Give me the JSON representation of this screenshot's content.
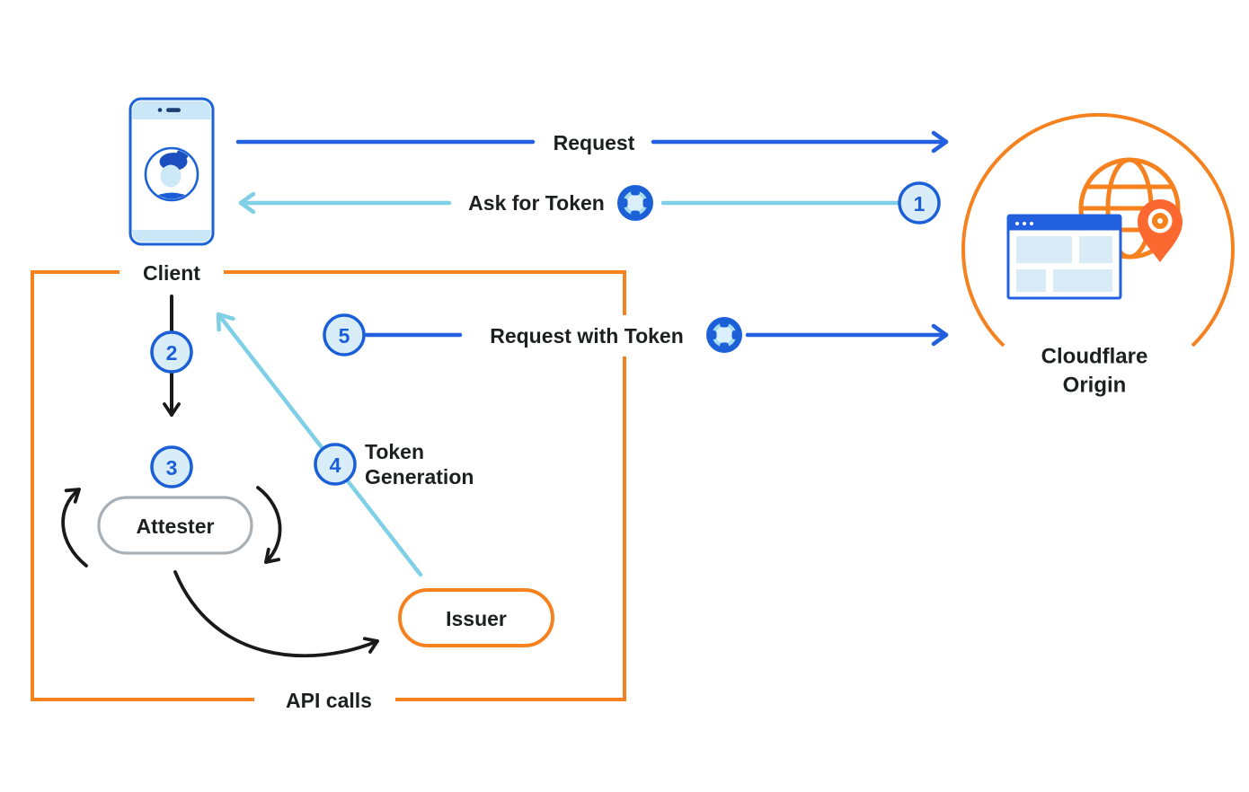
{
  "colors": {
    "arrow_blue": "#2360E0",
    "arrow_light_blue": "#7FD0E7",
    "orange": "#F6821F",
    "black": "#1A1A1A",
    "badge_fill": "#D9EDF9",
    "badge_border": "#1A5FD7",
    "panel_fill": "#D9EBF7",
    "attester_border": "#A8B0B6",
    "pin_orange": "#FB6830",
    "phone_accent": "#C9E7F6",
    "phone_border": "#1B62D6"
  },
  "nodes": {
    "client": {
      "label": "Client"
    },
    "attester": {
      "label": "Attester"
    },
    "issuer": {
      "label": "Issuer"
    },
    "origin": {
      "label_line1": "Cloudflare",
      "label_line2": "Origin"
    }
  },
  "flows": {
    "request": {
      "label": "Request"
    },
    "ask_for_token": {
      "label": "Ask for Token",
      "step": "1"
    },
    "request_with_token": {
      "label": "Request with Token",
      "step": "5"
    },
    "client_to_attester": {
      "step": "2"
    },
    "attestation": {
      "step": "3"
    },
    "token_generation": {
      "step": "4",
      "label_line1": "Token",
      "label_line2": "Generation"
    }
  },
  "boundary": {
    "label": "API calls"
  },
  "icons": {
    "client_device": "smartphone-icon",
    "client_user": "user-avatar-icon",
    "token": "token-icon",
    "origin_globe": "globe-icon",
    "origin_window": "browser-window-icon",
    "origin_pin": "location-pin-icon"
  }
}
